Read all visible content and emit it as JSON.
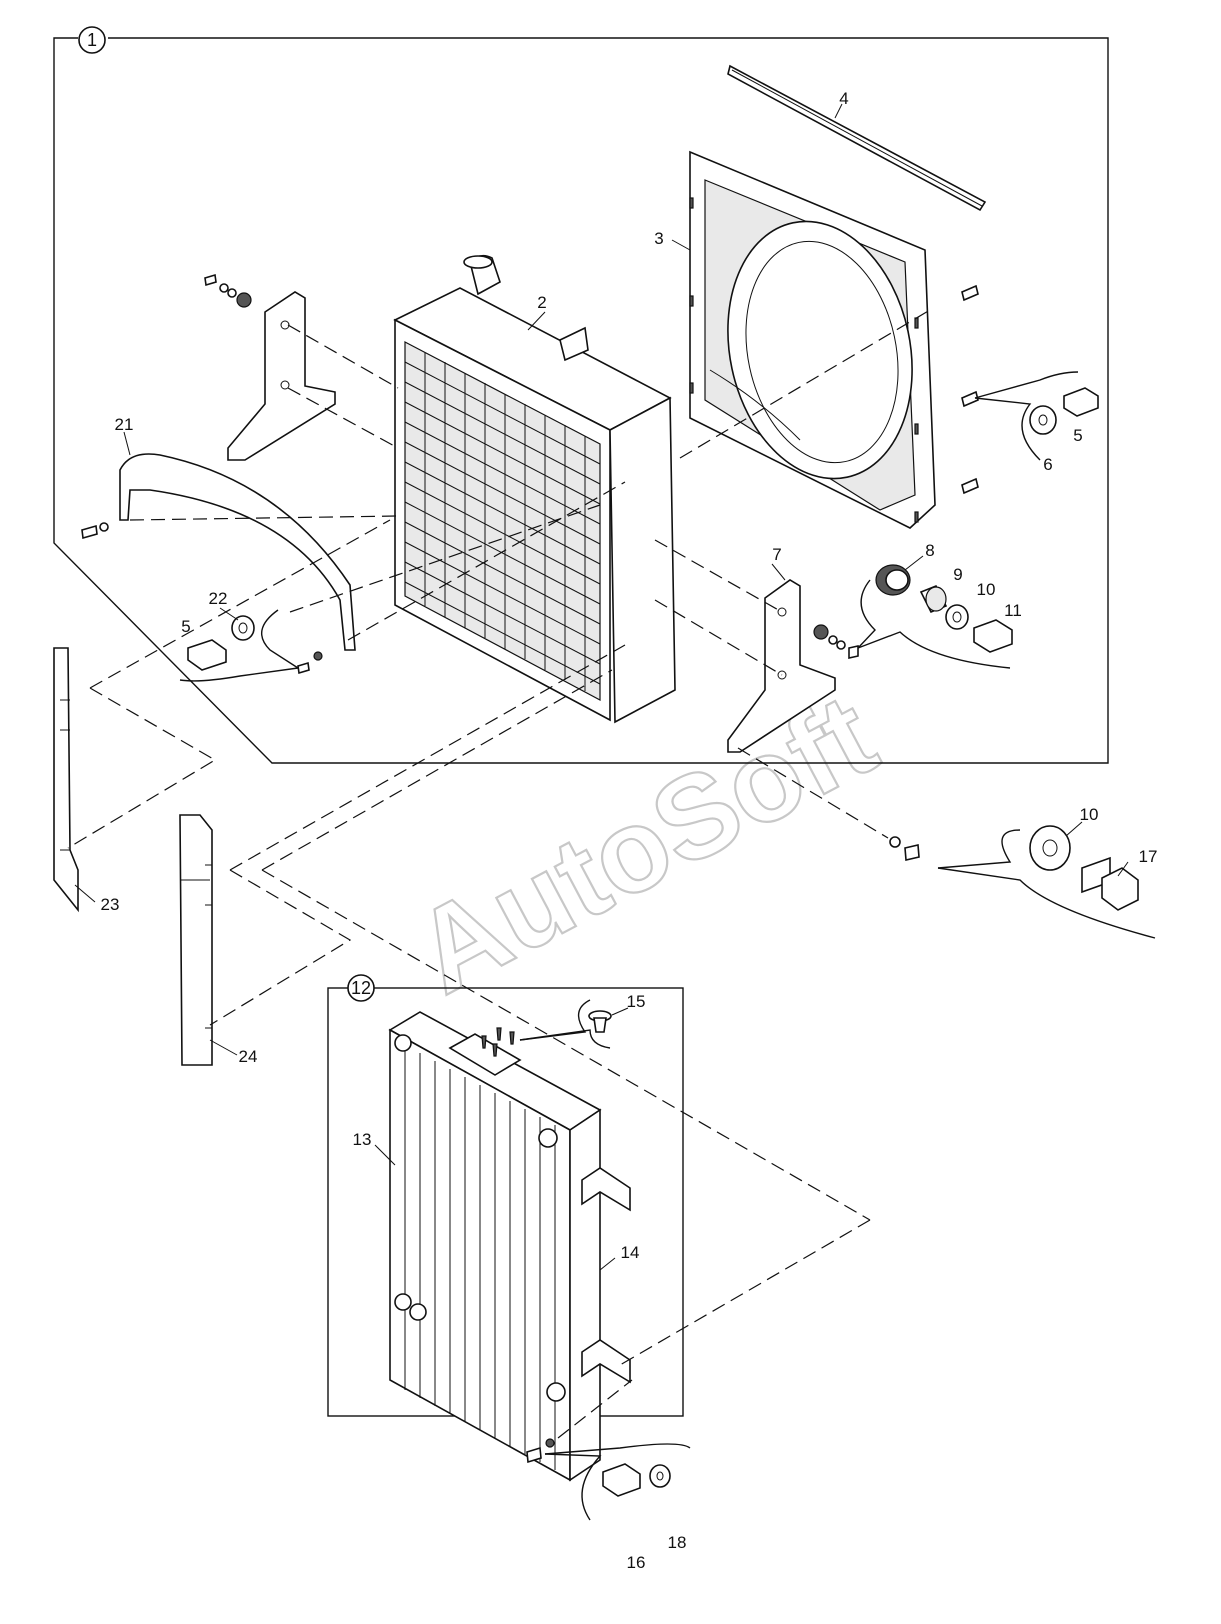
{
  "watermark": "AutoSoft",
  "assemblies": [
    {
      "id": "1"
    },
    {
      "id": "12"
    }
  ],
  "callouts": {
    "c2": "2",
    "c3": "3",
    "c4": "4",
    "c5a": "5",
    "c5b": "5",
    "c6": "6",
    "c7": "7",
    "c8": "8",
    "c9": "9",
    "c10a": "10",
    "c10b": "10",
    "c11": "11",
    "c13": "13",
    "c14": "14",
    "c15": "15",
    "c16": "16",
    "c17": "17",
    "c18": "18",
    "c21": "21",
    "c22": "22",
    "c23": "23",
    "c24": "24"
  }
}
